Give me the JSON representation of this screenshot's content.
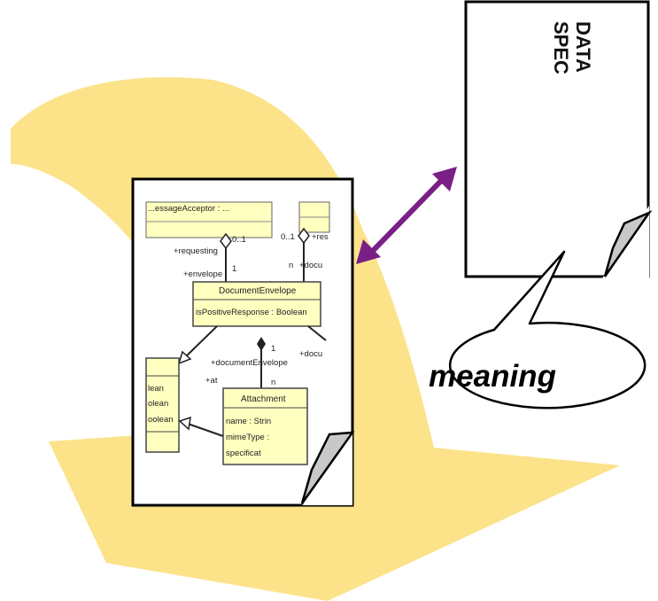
{
  "colors": {
    "background_arrow": "#fce38a",
    "uml_class_fill": "#ffffc0",
    "link_arrow": "#7a1f86",
    "outline": "#000000",
    "fold": "#c8c8c8"
  },
  "spec_document": {
    "line1": "DATA",
    "line2": "SPEC"
  },
  "callout": {
    "text": "meaning"
  },
  "uml": {
    "top_left_class": "...essageAcceptor : ...",
    "role_requesting": "+requesting",
    "multiplicity_01": "0..1",
    "role_envelope": "+envelope",
    "multiplicity_1": "1",
    "multiplicity_top_right": "0..1",
    "role_res": "+res",
    "multiplicity_n": "n",
    "role_docu": "+docu",
    "envelope_class": {
      "name": "DocumentEnvelope",
      "attribute": "isPositiveResponse : Boolean"
    },
    "multiplicity_1b": "1",
    "role_documentenvelope": "+documentEnvelope",
    "role_docu2": "+docu",
    "role_at": "+at",
    "multiplicity_n2": "n",
    "left_class_attrs": [
      "lean",
      "olean",
      "oolean"
    ],
    "attachment_class": {
      "name": "Attachment",
      "attributes": [
        "name : Strin",
        "mimeType :",
        "specificat"
      ]
    }
  }
}
